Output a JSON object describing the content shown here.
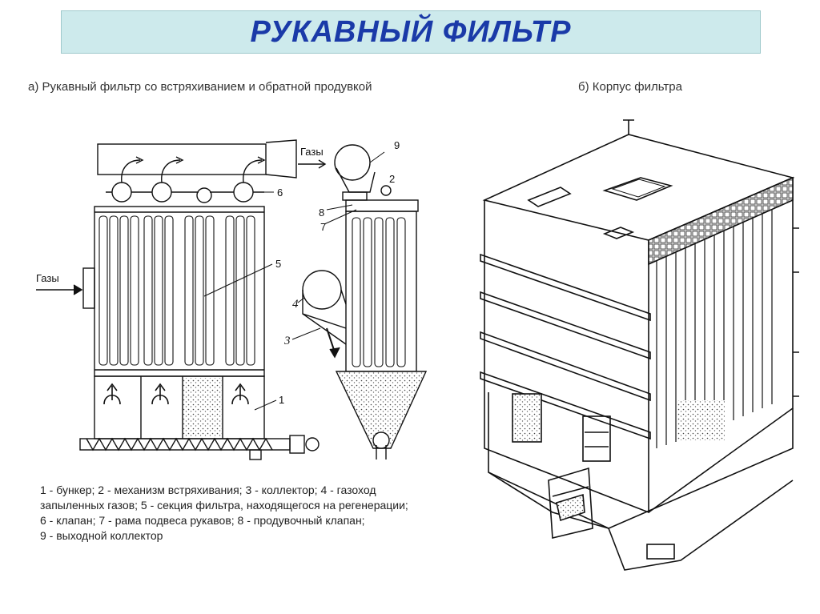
{
  "title": "РУКАВНЫЙ ФИЛЬТР",
  "captions": {
    "a": "а) Рукавный фильтр со встряхиванием и обратной продувкой",
    "b": "б) Корпус фильтра"
  },
  "labels": {
    "gases_in": "Газы",
    "gases_out": "Газы",
    "n1": "1",
    "n2": "2",
    "n3": "3",
    "n4": "4",
    "n5": "5",
    "n6": "6",
    "n7": "7",
    "n8": "8",
    "n9": "9"
  },
  "legend": [
    "1 - бункер; 2 - механизм встряхивания; 3 - коллектор; 4 - газоход",
    "запыленных газов; 5 - секция фильтра, находящегося на регенерации;",
    "6 - клапан; 7 - рама подвеса рукавов; 8 - продувочный клапан;",
    "9 - выходной коллектор"
  ]
}
